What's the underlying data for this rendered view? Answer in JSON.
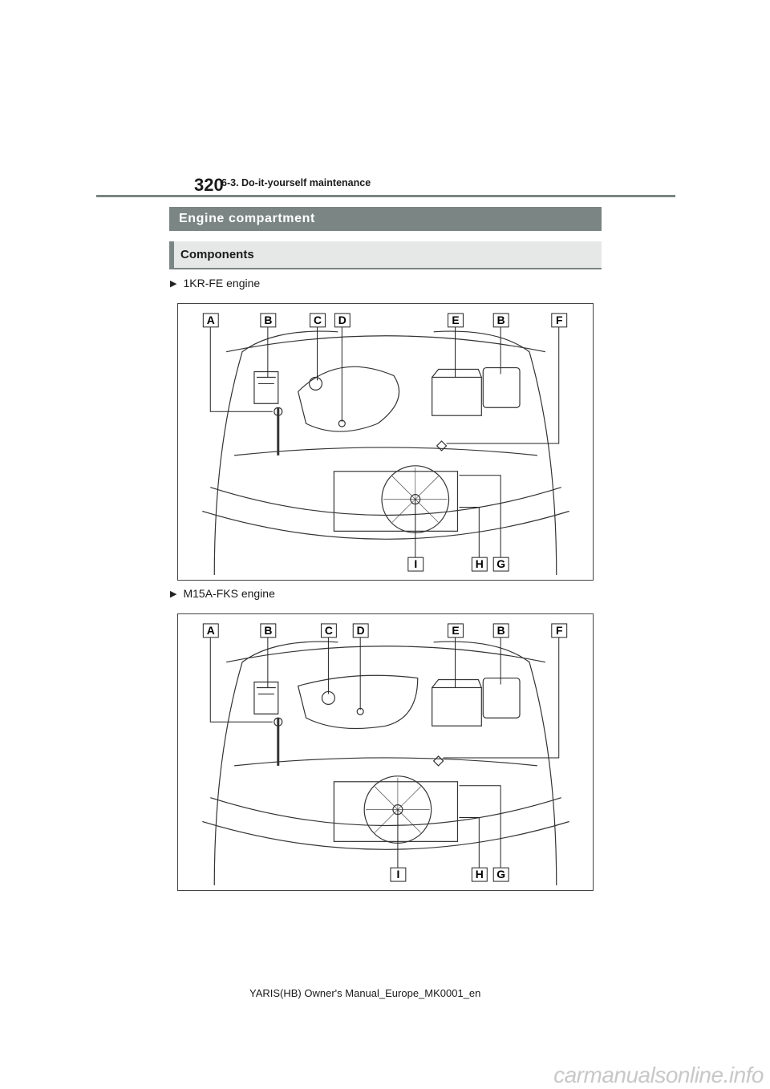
{
  "header": {
    "page_number": "320",
    "section": "6-3. Do-it-yourself maintenance"
  },
  "banner": {
    "title": "Engine compartment"
  },
  "subheading": {
    "title": "Components"
  },
  "figures": [
    {
      "engine": "1KR-FE engine",
      "labels": {
        "A": "A",
        "B": "B",
        "C": "C",
        "D": "D",
        "E": "E",
        "B2": "B",
        "F": "F",
        "I": "I",
        "H": "H",
        "G": "G"
      }
    },
    {
      "engine": "M15A-FKS engine",
      "labels": {
        "A": "A",
        "B": "B",
        "C": "C",
        "D": "D",
        "E": "E",
        "B2": "B",
        "F": "F",
        "I": "I",
        "H": "H",
        "G": "G"
      }
    }
  ],
  "footer": {
    "text": "YARIS(HB) Owner's Manual_Europe_MK0001_en"
  },
  "watermark": {
    "text": "carmanualsonline.info"
  }
}
